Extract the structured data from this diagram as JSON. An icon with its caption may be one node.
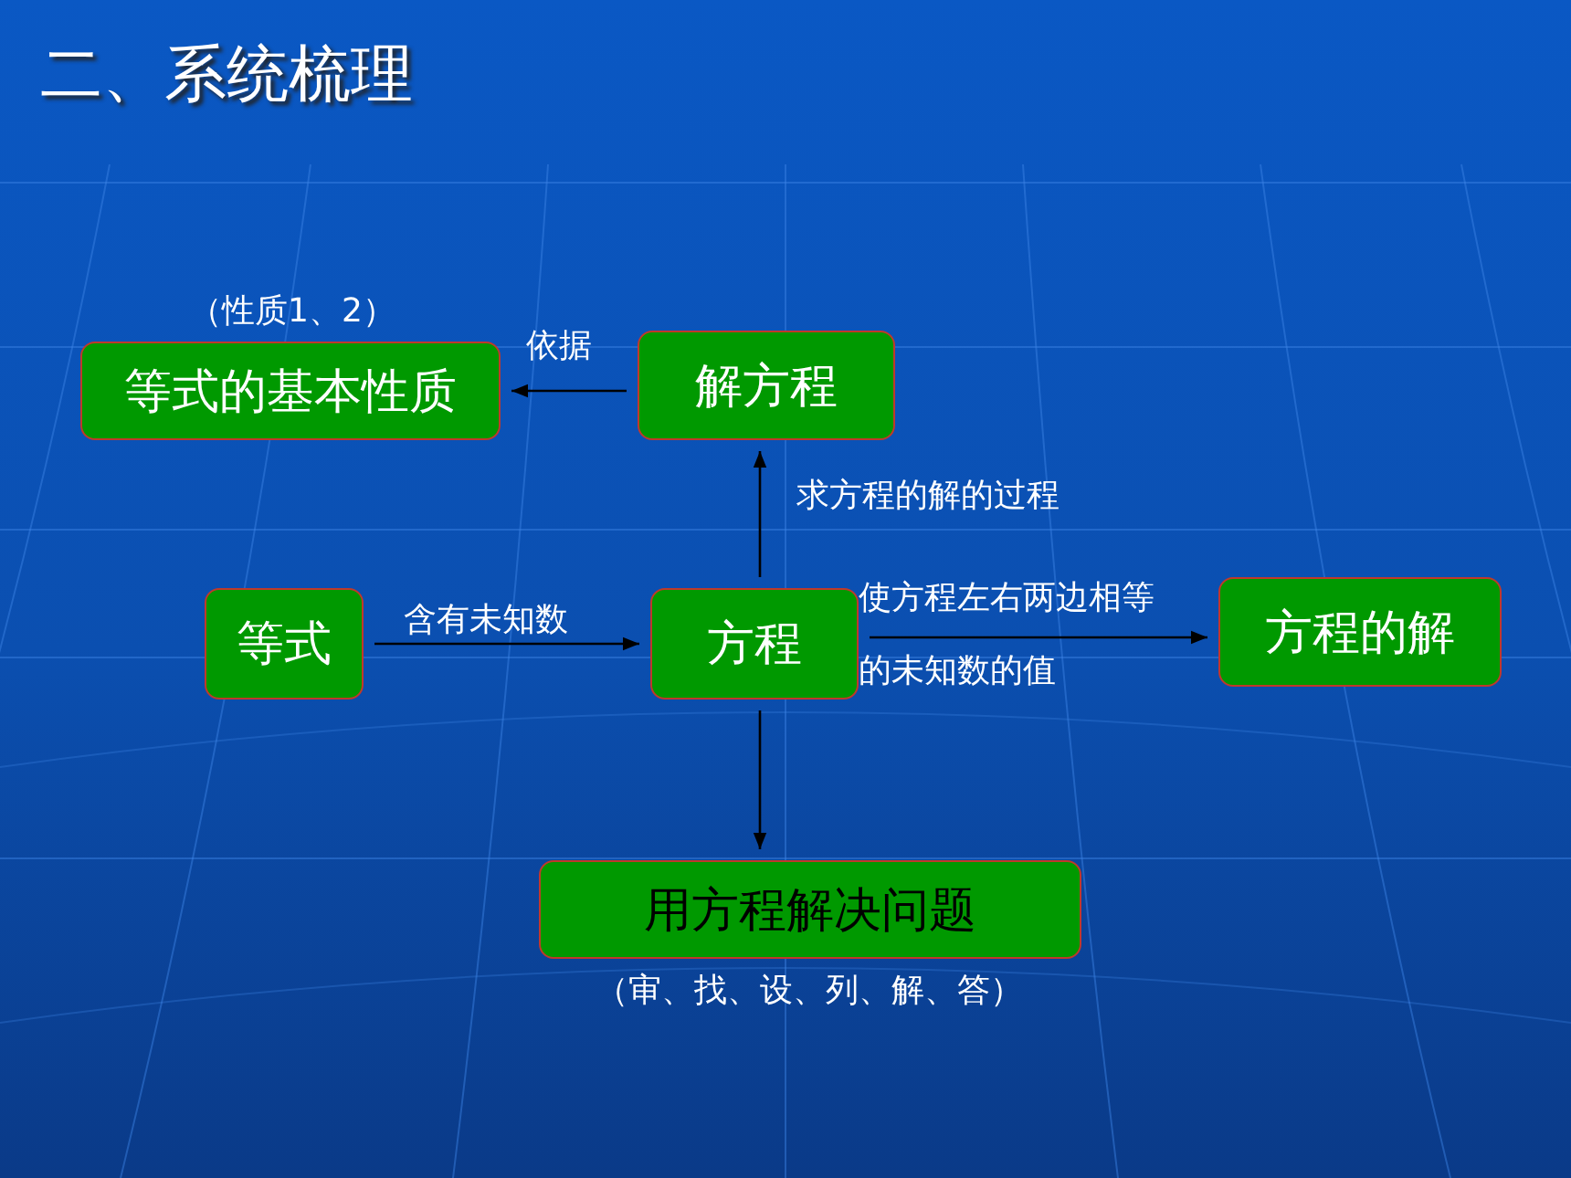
{
  "diagram": {
    "title": "二、系统梳理",
    "nodes": [
      {
        "text": [
          "等式的基本性质"
        ],
        "beside": [
          "（性质1、2）"
        ]
      },
      {
        "text": [
          "解方程"
        ]
      },
      {
        "text": [
          "等式"
        ]
      },
      {
        "text": [
          "方程"
        ]
      },
      {
        "text": [
          "方程的解"
        ]
      },
      {
        "text": [
          "用方程解决问题"
        ],
        "beside": [
          "（审、找、设、列、解、答）"
        ]
      }
    ],
    "edges": [
      {
        "from": 1,
        "to": 0,
        "arrow": "to",
        "label": "依据"
      },
      {
        "from": 3,
        "to": 1,
        "arrow": "to",
        "label": "求方程的解的过程"
      },
      {
        "from": 2,
        "to": 3,
        "arrow": "to",
        "label": "含有未知数"
      },
      {
        "from": 3,
        "to": 4,
        "arrow": "to",
        "label": "使方程左右两边相等的未知数的值"
      },
      {
        "from": 3,
        "to": 5,
        "arrow": "to"
      }
    ]
  }
}
